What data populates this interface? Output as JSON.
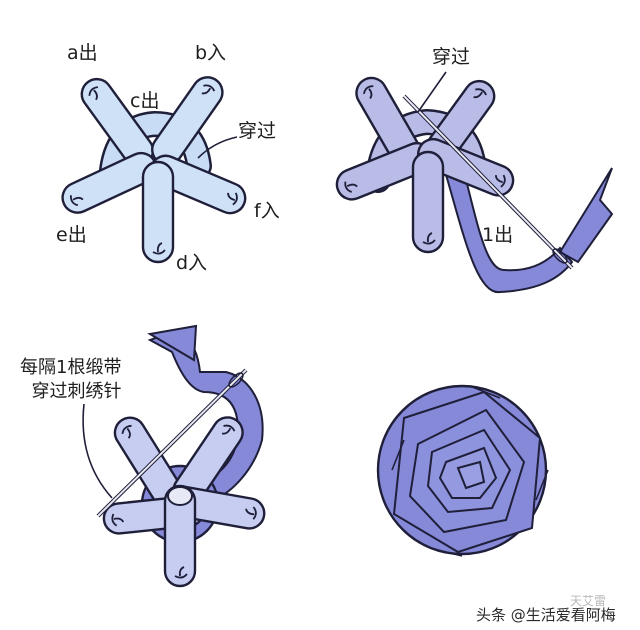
{
  "colors": {
    "petal_light": "#cfe1f6",
    "petal_mid": "#b7cdef",
    "petal_violet": "#b9bce6",
    "ribbon": "#8589d8",
    "ribbon_dark": "#5c60b8",
    "outline": "#1f1f3a"
  },
  "step1": {
    "a_label": "a出",
    "b_label": "b入",
    "c_label": "c出",
    "through_label": "穿过",
    "f_label": "f入",
    "e_label": "e出",
    "d_label": "d入"
  },
  "step2": {
    "through_label": "穿过",
    "one_out_label": "1出"
  },
  "step3": {
    "note_line1": "每隔1根缎带",
    "note_line2": "穿过刺绣针"
  },
  "watermark": {
    "text": "头条 @生活爱看阿梅",
    "faint_text": "天艾雷"
  }
}
